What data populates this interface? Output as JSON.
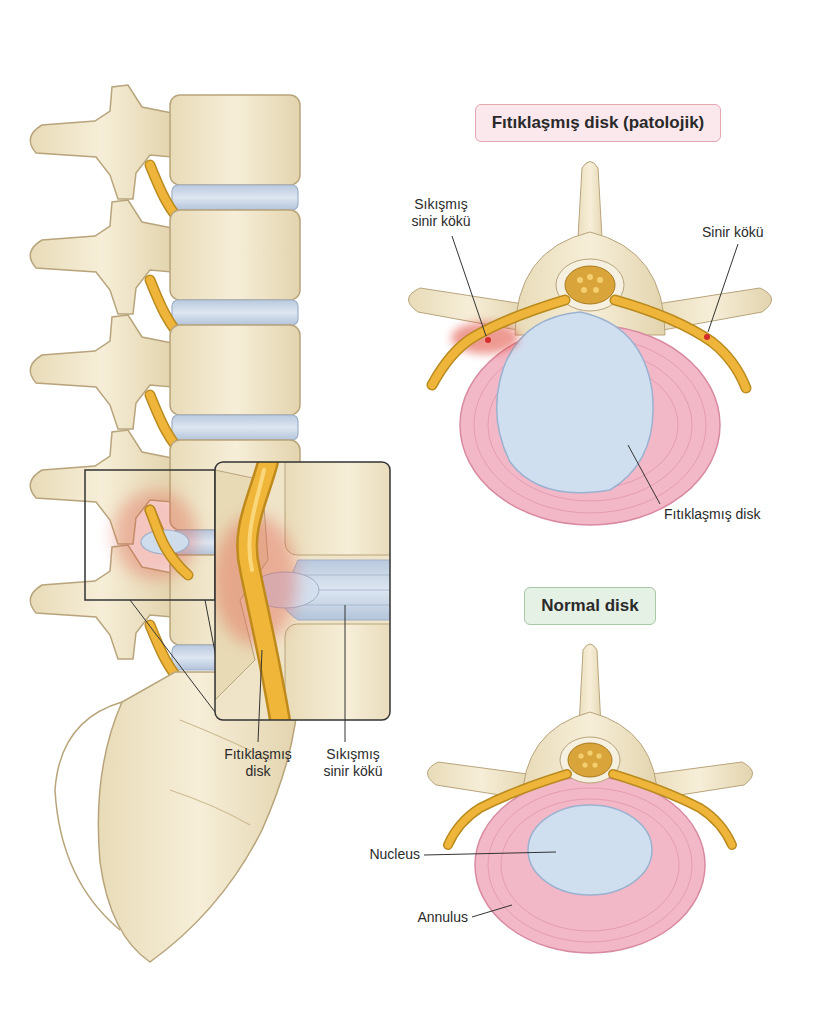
{
  "diagram": {
    "nodes": [
      {
        "text": [
          "Fıtıklaşmış disk (patolojik)"
        ]
      },
      {
        "text": [
          "Normal disk"
        ]
      }
    ],
    "labels": [
      "Sıkışmış sinir kökü",
      "Sinir kökü",
      "Fıtıklaşmış disk",
      "Nucleus",
      "Annulus",
      "Fıtıklaşmış disk",
      "Sıkışmış sinir kökü"
    ]
  }
}
